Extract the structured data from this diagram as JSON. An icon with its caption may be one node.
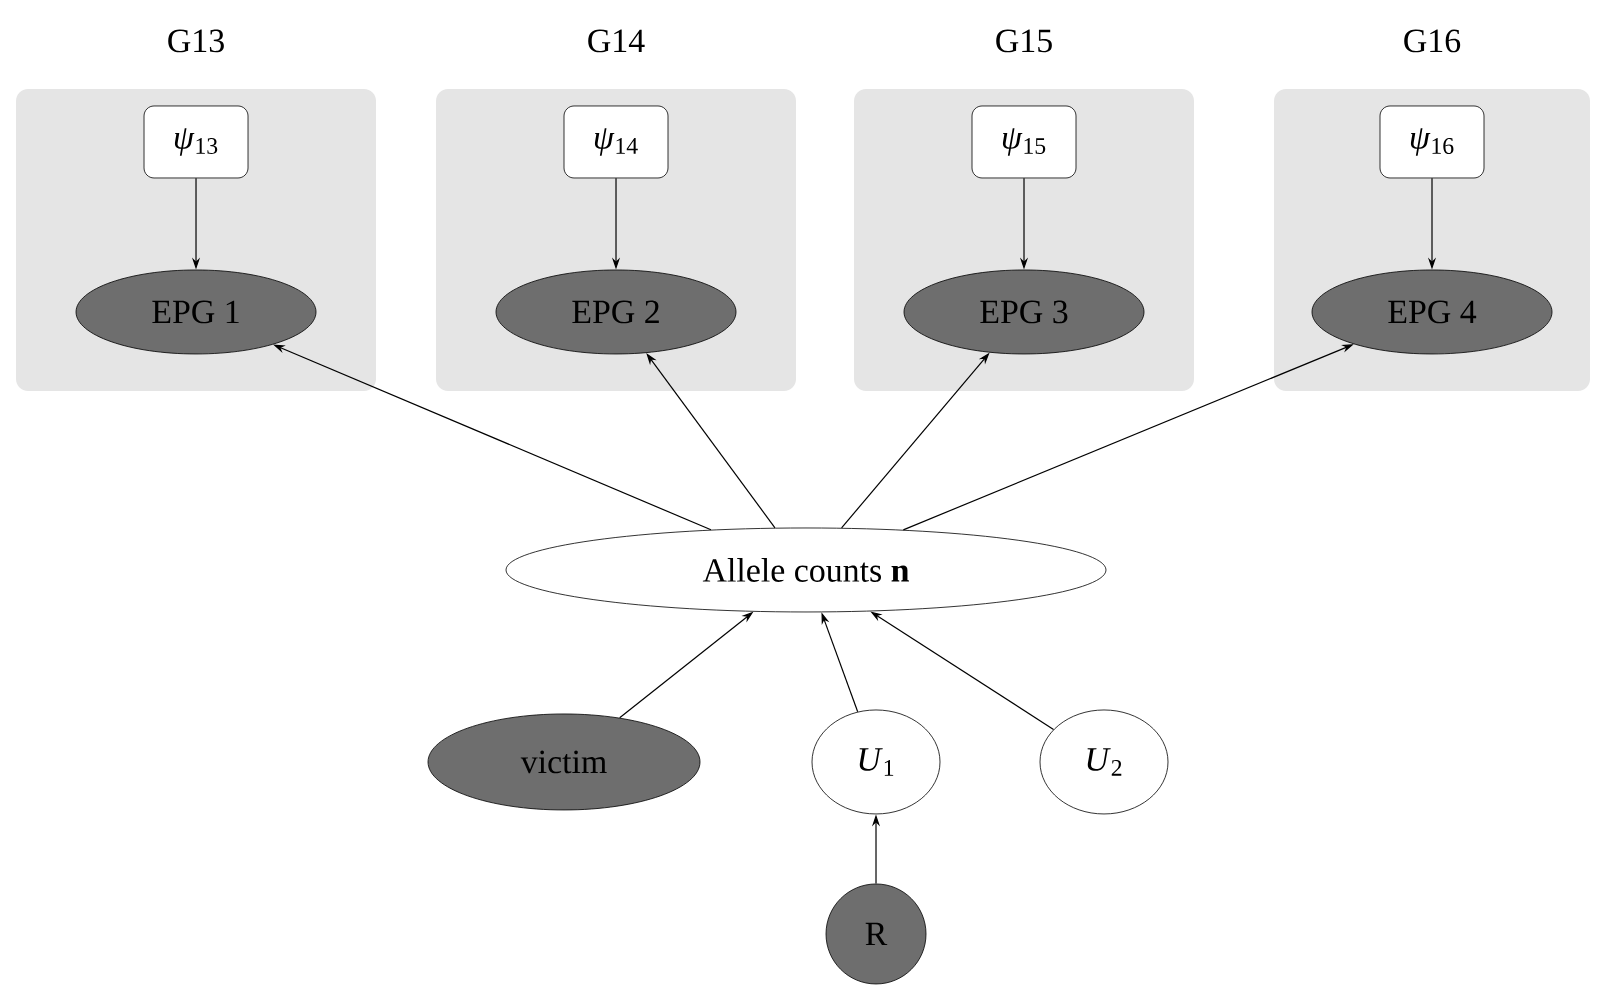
{
  "diagram": {
    "nodes": [
      {
        "text": [
          "G13"
        ]
      },
      {
        "text": [
          "*ψ*$_{13}$"
        ],
        "in": 0
      },
      {
        "text": [
          "EPG 1"
        ],
        "in": 0
      },
      {
        "text": [
          "G14"
        ]
      },
      {
        "text": [
          "*ψ*$_{14}$"
        ],
        "in": 3
      },
      {
        "text": [
          "EPG 2"
        ],
        "in": 3
      },
      {
        "text": [
          "G15"
        ]
      },
      {
        "text": [
          "*ψ*$_{15}$"
        ],
        "in": 6
      },
      {
        "text": [
          "EPG 3"
        ],
        "in": 6
      },
      {
        "text": [
          "G16"
        ]
      },
      {
        "text": [
          "*ψ*$_{16}$"
        ],
        "in": 9
      },
      {
        "text": [
          "EPG 4"
        ],
        "in": 9
      },
      {
        "text": [
          "Allele counts **n**"
        ]
      },
      {
        "text": [
          "victim"
        ]
      },
      {
        "text": [
          "*U*$_{1}$"
        ]
      },
      {
        "text": [
          "*U*$_{2}$"
        ]
      },
      {
        "text": [
          "R"
        ]
      }
    ],
    "edges": [
      {
        "from": 1,
        "to": 2,
        "arrow": "to"
      },
      {
        "from": 4,
        "to": 5,
        "arrow": "to"
      },
      {
        "from": 7,
        "to": 8,
        "arrow": "to"
      },
      {
        "from": 10,
        "to": 11,
        "arrow": "to"
      },
      {
        "from": 12,
        "to": 2,
        "arrow": "to"
      },
      {
        "from": 12,
        "to": 5,
        "arrow": "to"
      },
      {
        "from": 12,
        "to": 8,
        "arrow": "to"
      },
      {
        "from": 12,
        "to": 11,
        "arrow": "to"
      },
      {
        "from": 13,
        "to": 12,
        "arrow": "to"
      },
      {
        "from": 14,
        "to": 12,
        "arrow": "to"
      },
      {
        "from": 15,
        "to": 12,
        "arrow": "to"
      },
      {
        "from": 16,
        "to": 14,
        "arrow": "to"
      }
    ]
  }
}
